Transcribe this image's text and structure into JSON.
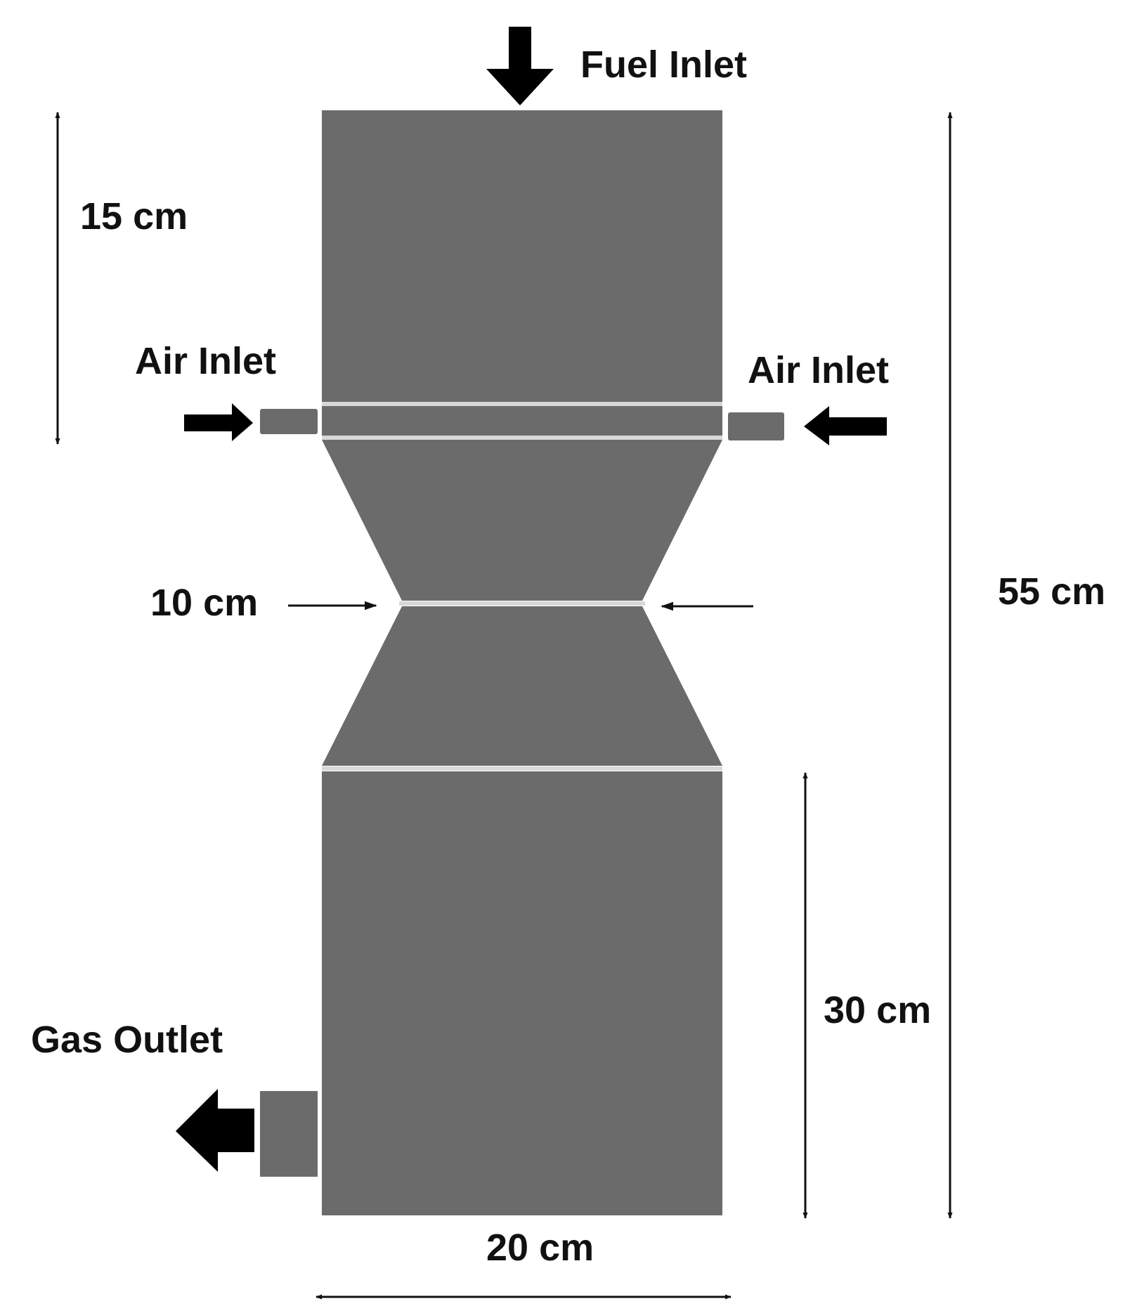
{
  "labels": {
    "fuel_inlet": "Fuel Inlet",
    "air_inlet_left": "Air Inlet",
    "air_inlet_right": "Air Inlet",
    "gas_outlet": "Gas Outlet"
  },
  "dimensions": {
    "top_section": "15 cm",
    "throat": "10 cm",
    "total_height": "55 cm",
    "bottom_section": "30 cm",
    "width": "20 cm"
  },
  "colors": {
    "body": "#6b6b6b",
    "seam": "#d8d8d8",
    "arrow": "#000000",
    "background": "#ffffff"
  }
}
